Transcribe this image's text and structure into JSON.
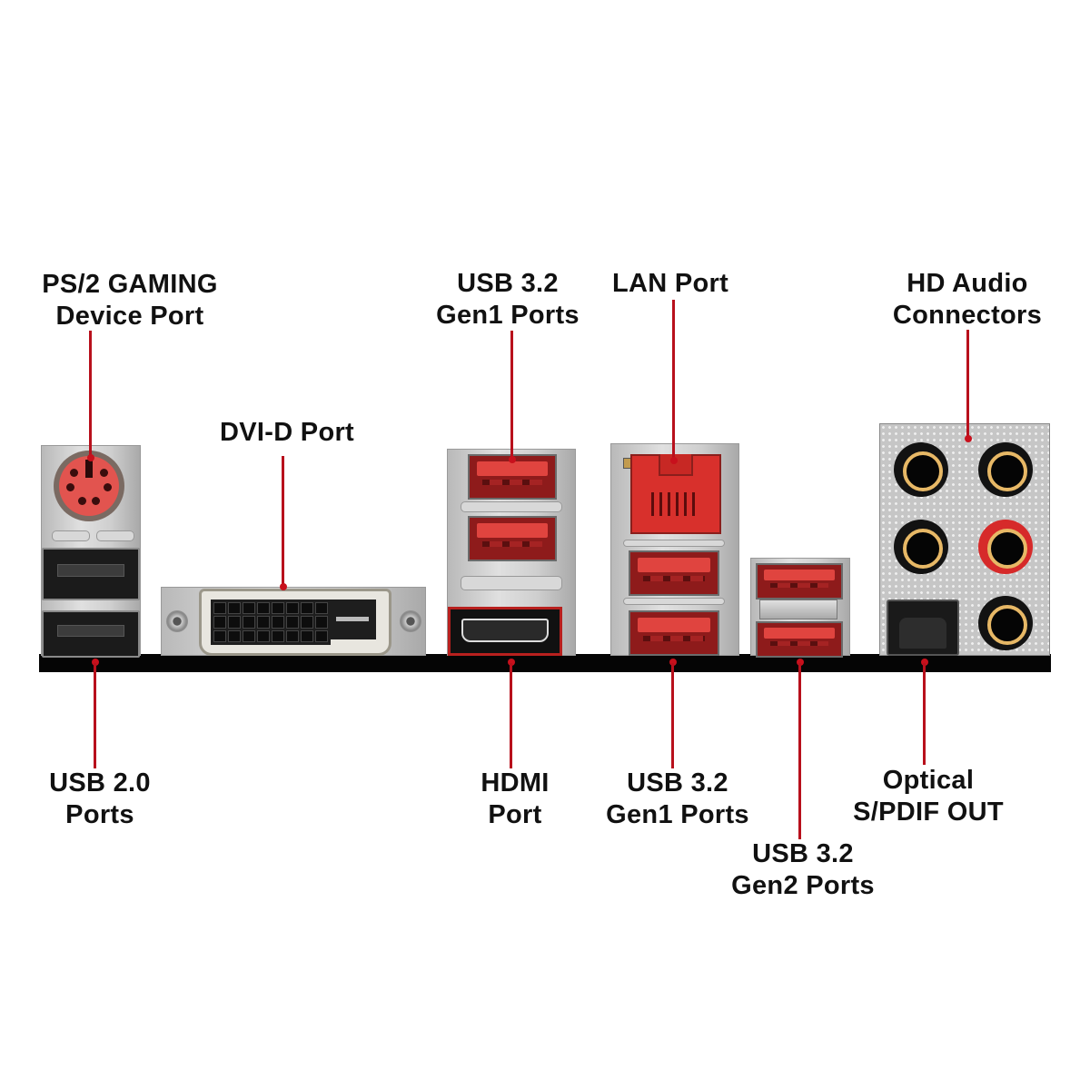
{
  "title": "Motherboard rear I/O panel ports",
  "colors": {
    "accent_red": "#c8101c",
    "text": "#111111",
    "background": "#ffffff",
    "baseplate": "#050505"
  },
  "labels_top": [
    {
      "id": "ps2",
      "lines": [
        "PS/2 GAMING",
        "Device Port"
      ]
    },
    {
      "id": "dvi",
      "lines": [
        "DVI-D Port"
      ]
    },
    {
      "id": "usb32-gen1-top",
      "lines": [
        "USB 3.2",
        "Gen1 Ports"
      ]
    },
    {
      "id": "lan",
      "lines": [
        "LAN Port"
      ]
    },
    {
      "id": "hd-audio",
      "lines": [
        "HD Audio",
        "Connectors"
      ]
    }
  ],
  "labels_bottom": [
    {
      "id": "usb20",
      "lines": [
        "USB 2.0",
        "Ports"
      ]
    },
    {
      "id": "hdmi",
      "lines": [
        "HDMI",
        "Port"
      ]
    },
    {
      "id": "usb32-gen1-bottom",
      "lines": [
        "USB 3.2",
        "Gen1 Ports"
      ]
    },
    {
      "id": "usb32-gen2",
      "lines": [
        "USB 3.2",
        "Gen2 Ports"
      ]
    },
    {
      "id": "optical",
      "lines": [
        "Optical",
        "S/PDIF OUT"
      ]
    }
  ],
  "components": [
    {
      "name": "PS/2 combo port",
      "color": "red"
    },
    {
      "name": "USB 2.0 ports",
      "count": 2,
      "color": "black"
    },
    {
      "name": "DVI-D port"
    },
    {
      "name": "USB 3.2 Gen1 ports (above HDMI)",
      "count": 2,
      "color": "red"
    },
    {
      "name": "HDMI port"
    },
    {
      "name": "LAN port (RJ45)",
      "color": "red"
    },
    {
      "name": "USB 3.2 Gen1 ports (below LAN)",
      "count": 2,
      "color": "red"
    },
    {
      "name": "USB 3.2 Gen2 ports",
      "count": 2,
      "color": "red"
    },
    {
      "name": "HD audio jacks",
      "count": 5
    },
    {
      "name": "Optical S/PDIF out"
    }
  ]
}
